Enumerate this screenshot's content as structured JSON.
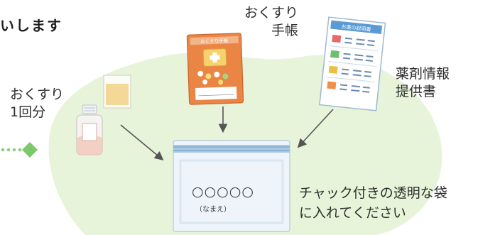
{
  "title_fragment": "いします",
  "items": {
    "notebook": {
      "label_line1": "おくすり",
      "label_line2": "手帳",
      "cover_title": "おくすり手帳"
    },
    "info_sheet": {
      "label_line1": "薬剤情報",
      "label_line2": "提供書",
      "header": "お薬の説明書"
    },
    "one_dose": {
      "label_line1": "おくすり",
      "label_line2": "1回分"
    }
  },
  "bag": {
    "placeholder": "○○○○○",
    "name_hint": "（なまえ）"
  },
  "instruction": {
    "line1": "チャック付きの透明な袋",
    "line2": "に入れてください"
  },
  "colors": {
    "background_blob": "#e7f4d9",
    "dotted_connector": "#8ccf7e",
    "diamond": "#7ec86c",
    "arrow": "#555555",
    "notebook_cover": "#ea8546",
    "sheet_header": "#5a9bd5",
    "bag_zipper": "#7aa9cc",
    "bag_body": "#eef4f9"
  }
}
